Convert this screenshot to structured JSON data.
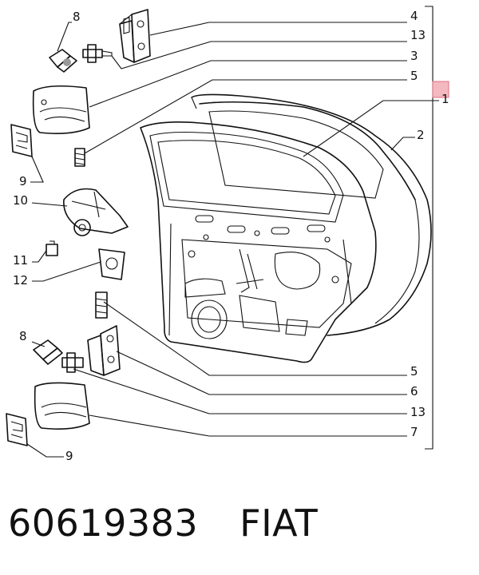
{
  "callouts": {
    "c4_top": "4",
    "c13_top": "13",
    "c3": "3",
    "c5_top": "5",
    "c1": "1",
    "c2": "2",
    "c8_top": "8",
    "c9_top": "9",
    "c10": "10",
    "c11": "11",
    "c12": "12",
    "c8_bot": "8",
    "c5_bot": "5",
    "c6": "6",
    "c13_bot": "13",
    "c7": "7",
    "c9_bot": "9"
  },
  "footer": {
    "part_number": "60619383",
    "brand": "FIAT"
  },
  "colors": {
    "ink": "#111111",
    "marker": "#f4b8c0"
  }
}
